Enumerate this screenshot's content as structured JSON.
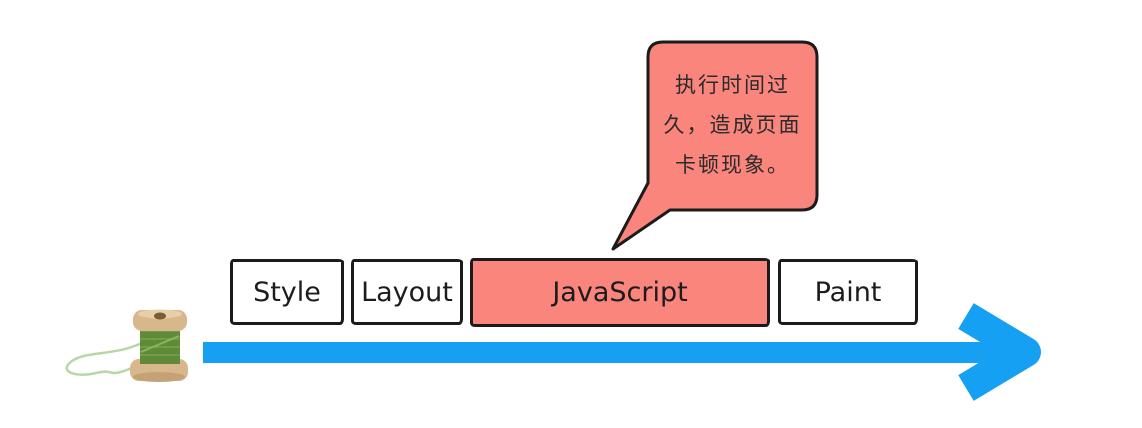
{
  "callout": {
    "lines": [
      "执行时间过",
      "久，造成页面",
      "卡顿现象。"
    ]
  },
  "pipeline": {
    "boxes": [
      {
        "label": "Style",
        "highlighted": false
      },
      {
        "label": "Layout",
        "highlighted": false
      },
      {
        "label": "JavaScript",
        "highlighted": true
      },
      {
        "label": "Paint",
        "highlighted": false
      }
    ]
  },
  "icons": {
    "spool": "thread-spool-icon",
    "arrow": "timeline-arrow-icon"
  },
  "colors": {
    "highlight": "#f9857d",
    "arrow": "#15a0f3",
    "ink": "#1b1b1b",
    "thread": "#5f8a37",
    "wood": "#d7b78b"
  }
}
